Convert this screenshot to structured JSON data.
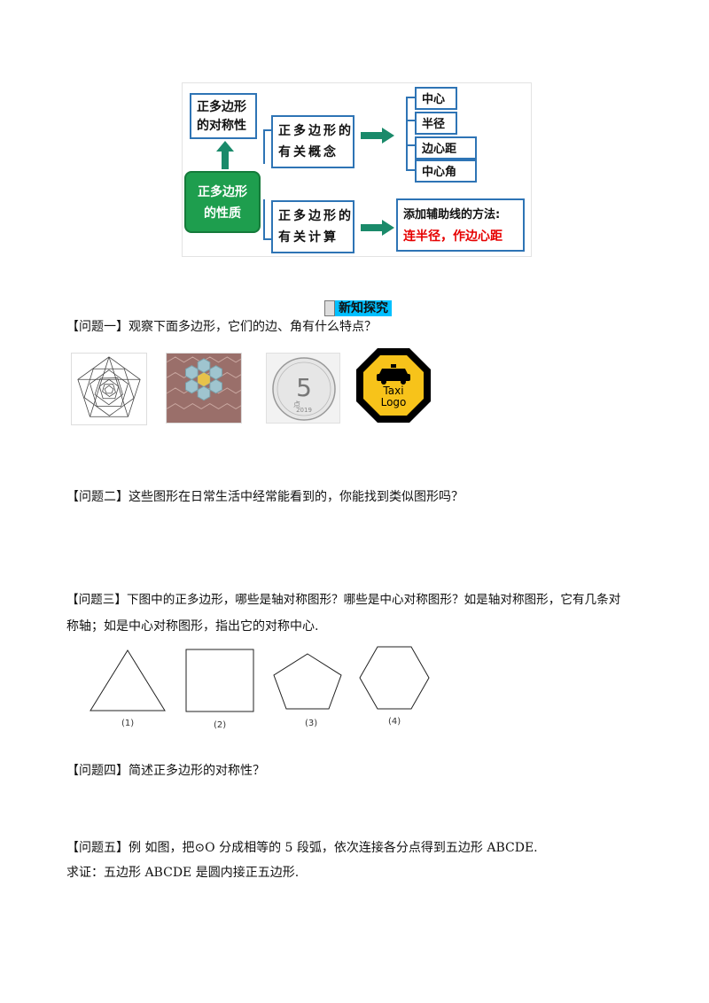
{
  "mindmap": {
    "center": "正多边形\n的性质",
    "symmetry": "正多边形\n的对称性",
    "concepts_box": "正多边形的\n有关概念",
    "calc_box": "正多边形的\n有关计算",
    "concepts": [
      "中心",
      "半径",
      "边心距",
      "中心角"
    ],
    "method_title": "添加辅助线的方法:",
    "method_detail": "连半径，作边心距"
  },
  "section_title": "新知探究",
  "questions": {
    "q1": "【问题一】观察下面多边形，它们的边、角有什么特点？",
    "q2": "【问题二】这些图形在日常生活中经常能看到的，你能找到类似图形吗？",
    "q3_line1": "【问题三】下图中的正多边形，哪些是轴对称图形？哪些是中心对称图形？如是轴对称图形，它有几条对",
    "q3_line2": "称轴；如是中心对称图形，指出它的对称中心.",
    "q4": "【问题四】简述正多边形的对称性？",
    "q5_line1": "【问题五】例 如图，把⊙O 分成相等的 5 段弧，依次连接各分点得到五边形 ABCDE.",
    "q5_line2": "求证：五边形 ABCDE 是圆内接正五边形."
  },
  "shape_captions": [
    "(1)",
    "(2)",
    "(3)",
    "(4)"
  ],
  "images": {
    "coin_value": "5",
    "coin_year": "2019",
    "coin_bottom": "点",
    "taxi_line1": "Taxi",
    "taxi_line2": "Logo"
  },
  "colors": {
    "box_border": "#2e74b5",
    "center_fill": "#1e9e4e",
    "arrow": "#1a8a6a",
    "highlight": "#00c0ff",
    "red": "#e60000"
  }
}
